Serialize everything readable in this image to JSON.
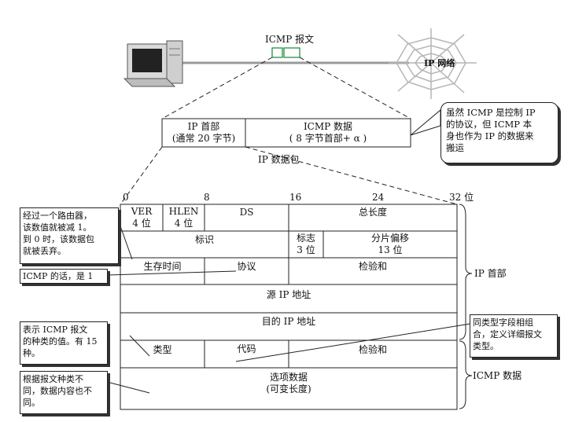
{
  "top": {
    "icmp_message_label": "ICMP 报文",
    "ip_network_label": "IP 网络"
  },
  "datagram": {
    "ip_header": "IP 首部",
    "ip_header_note": "(通常 20 字节)",
    "icmp_data": "ICMP 数据",
    "icmp_data_note": "( 8 字节首部+ α )",
    "caption": "IP 数据包"
  },
  "callout_top": "虽然 ICMP 是控制 IP\n的协议，但 ICMP 本\n身也作为 IP 的数据来\n搬运",
  "bit_ruler": {
    "b0": "0",
    "b8": "8",
    "b16": "16",
    "b24": "24",
    "b32": "32 位"
  },
  "fields": {
    "ver": "VER",
    "ver_size": "4 位",
    "hlen": "HLEN",
    "hlen_size": "4 位",
    "ds": "DS",
    "total_length": "总长度",
    "identification": "标识",
    "flags": "标志",
    "flags_size": "3 位",
    "fragment_offset": "分片偏移",
    "fragment_offset_size": "13 位",
    "ttl": "生存时间",
    "protocol": "协议",
    "header_checksum": "检验和",
    "src_addr": "源 IP 地址",
    "dst_addr": "目的 IP 地址",
    "type": "类型",
    "code": "代码",
    "icmp_checksum": "检验和",
    "options_data": "选项数据",
    "options_data_note": "(可变长度)"
  },
  "brackets": {
    "ip_header": "IP 首部",
    "icmp_data": "ICMP 数据"
  },
  "notes": {
    "ttl_note": "经过一个路由器，\n该数值就被减 1。\n到 0 时，该数据包\n就被丢弃。",
    "protocol_note": "ICMP 的话，是 1",
    "type_note": "表示 ICMP 报文\n的种类的值。有 15\n种。",
    "data_note": "根据报文种类不\n同，数据内容也不\n同。",
    "code_note": "同类型字段相组\n合，定义详细报文\n类型。"
  }
}
